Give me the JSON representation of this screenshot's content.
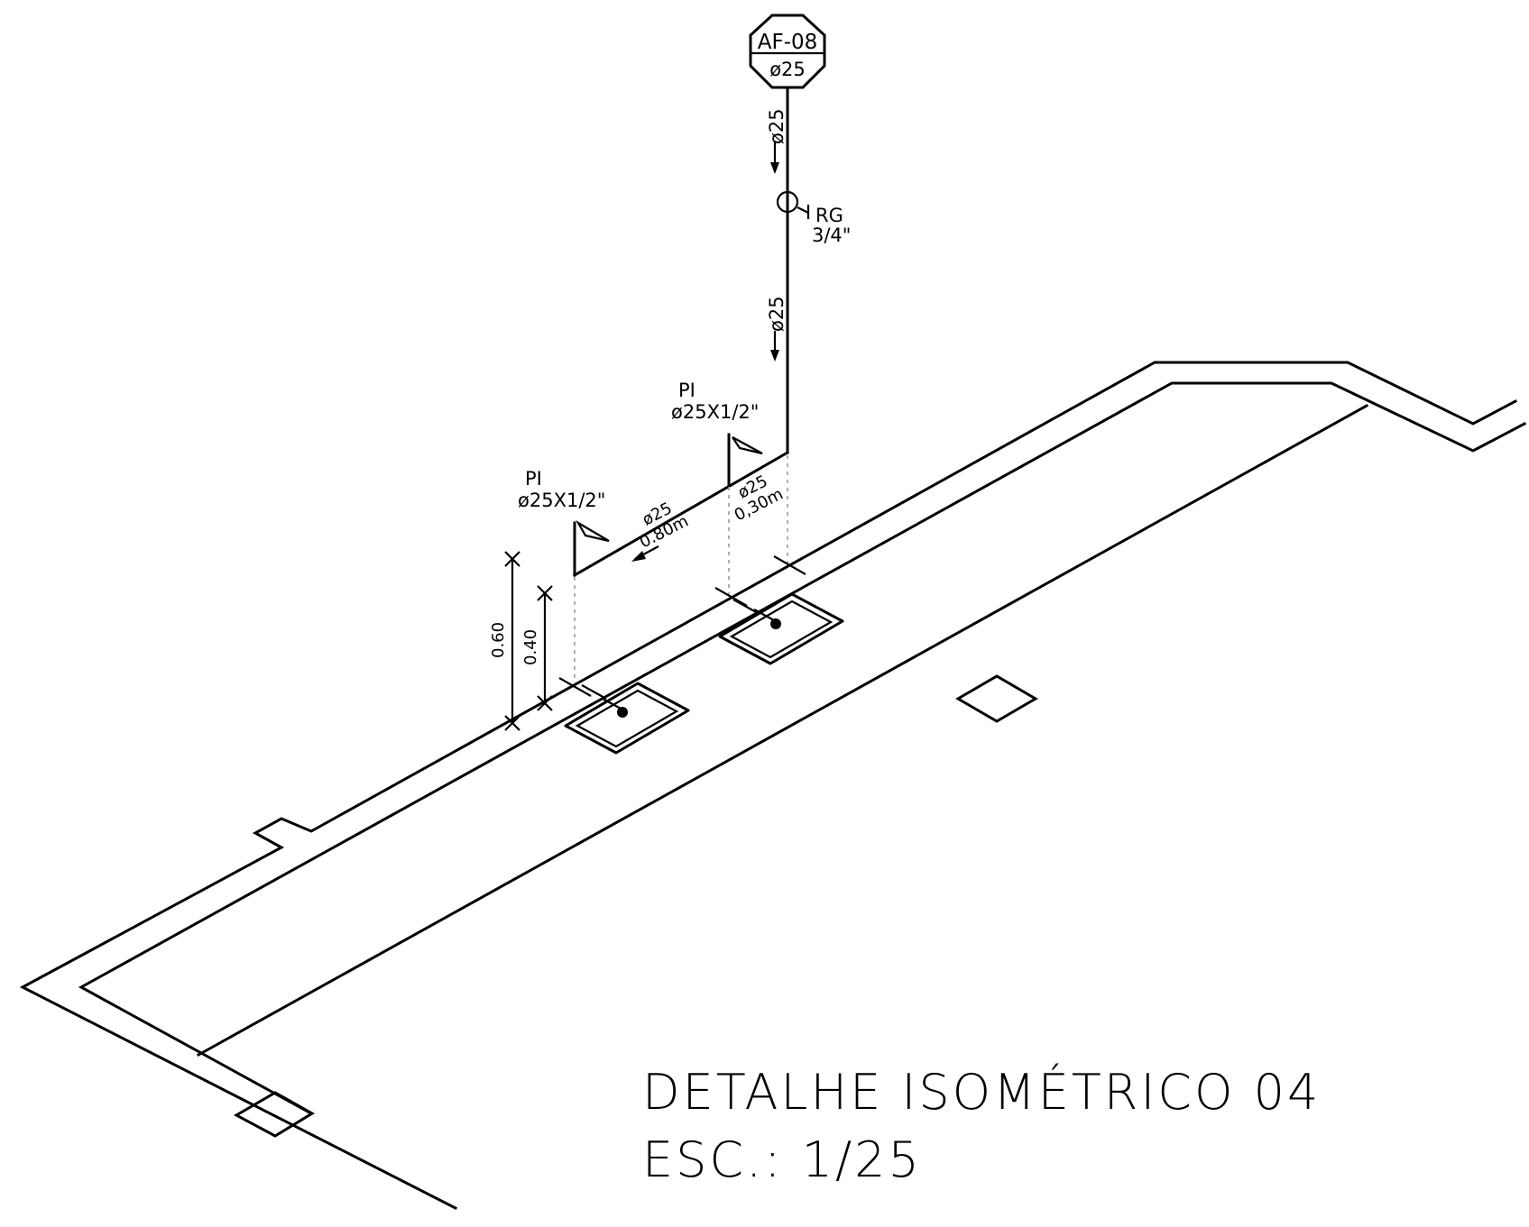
{
  "tag": {
    "code": "AF-08",
    "diameter": "ø25"
  },
  "pipe_labels": {
    "riser_upper": "ø25",
    "riser_lower": "ø25",
    "branch_long_diam": "ø25",
    "branch_long_len": "0.80m",
    "branch_short_diam": "ø25",
    "branch_short_len": "0,30m"
  },
  "valve": {
    "code": "RG",
    "size": "3/4\""
  },
  "points": [
    {
      "code": "PI",
      "spec": "ø25X1/2\""
    },
    {
      "code": "PI",
      "spec": "ø25X1/2\""
    }
  ],
  "dimensions": {
    "height_a": "0.60",
    "height_b": "0.40"
  },
  "title": {
    "line1": "DETALHE ISOMÉTRICO 04",
    "line2": "ESC.: 1/25"
  }
}
